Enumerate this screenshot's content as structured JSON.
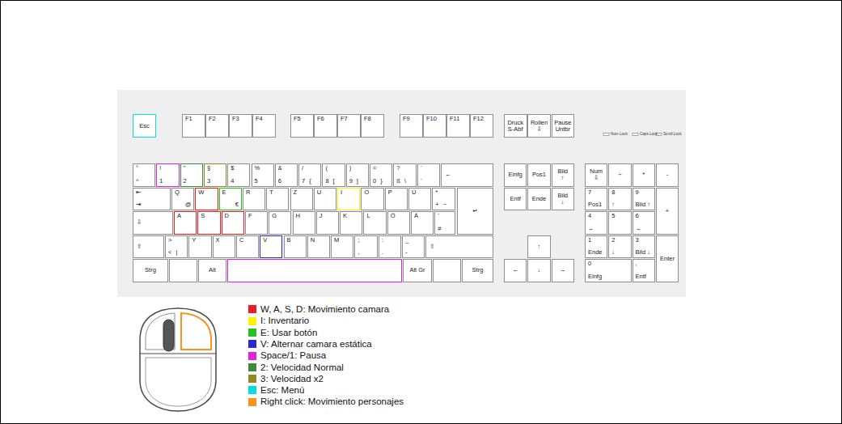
{
  "diagram": {
    "nodes": [
      {
        "text": [
          "Esc"
        ]
      },
      {
        "text": [
          "F1"
        ]
      },
      {
        "text": [
          "F2"
        ]
      },
      {
        "text": [
          "F3"
        ]
      },
      {
        "text": [
          "F4"
        ]
      },
      {
        "text": [
          "F5"
        ]
      },
      {
        "text": [
          "F6"
        ]
      },
      {
        "text": [
          "F7"
        ]
      },
      {
        "text": [
          "F8"
        ]
      },
      {
        "text": [
          "F9"
        ]
      },
      {
        "text": [
          "F10"
        ]
      },
      {
        "text": [
          "F11"
        ]
      },
      {
        "text": [
          "F12"
        ]
      },
      {
        "text": [
          "Druck S-Abf"
        ]
      },
      {
        "text": [
          "Rollen ⇩"
        ]
      },
      {
        "text": [
          "Pause Untbr"
        ]
      },
      {
        "text": [
          "°",
          "^"
        ]
      },
      {
        "text": [
          "!",
          "1"
        ]
      },
      {
        "text": [
          "\"",
          "2"
        ]
      },
      {
        "text": [
          "§",
          "3"
        ]
      },
      {
        "text": [
          "$",
          "4"
        ]
      },
      {
        "text": [
          "%",
          "5"
        ]
      },
      {
        "text": [
          "&",
          "6"
        ]
      },
      {
        "text": [
          "/",
          "7",
          "{"
        ]
      },
      {
        "text": [
          "(",
          "8",
          "["
        ]
      },
      {
        "text": [
          ")",
          "9",
          "]"
        ]
      },
      {
        "text": [
          "=",
          "0",
          "}"
        ]
      },
      {
        "text": [
          "?",
          "ß",
          "\\"
        ]
      },
      {
        "text": [
          "`",
          "´"
        ]
      },
      {
        "text": [
          "←"
        ]
      },
      {
        "text": [
          "Einfg"
        ]
      },
      {
        "text": [
          "Pos1"
        ]
      },
      {
        "text": [
          "Bild ↑"
        ]
      },
      {
        "text": [
          "Num ⇩"
        ]
      },
      {
        "text": [
          "÷"
        ]
      },
      {
        "text": [
          "*"
        ]
      },
      {
        "text": [
          "-"
        ]
      },
      {
        "text": [
          "⇤",
          "⇥"
        ]
      },
      {
        "text": [
          "Q",
          "@"
        ]
      },
      {
        "text": [
          "W"
        ]
      },
      {
        "text": [
          "E",
          "€"
        ]
      },
      {
        "text": [
          "R"
        ]
      },
      {
        "text": [
          "T"
        ]
      },
      {
        "text": [
          "Z"
        ]
      },
      {
        "text": [
          "U"
        ]
      },
      {
        "text": [
          "I"
        ]
      },
      {
        "text": [
          "O"
        ]
      },
      {
        "text": [
          "P"
        ]
      },
      {
        "text": [
          "Ü"
        ]
      },
      {
        "text": [
          "*",
          "+",
          "~"
        ]
      },
      {
        "text": [
          "↵"
        ]
      },
      {
        "text": [
          "Entf"
        ]
      },
      {
        "text": [
          "Ende"
        ]
      },
      {
        "text": [
          "Bild ↓"
        ]
      },
      {
        "text": [
          "7",
          "Pos1"
        ]
      },
      {
        "text": [
          "8",
          "↑"
        ]
      },
      {
        "text": [
          "9",
          "Bild ↑"
        ]
      },
      {
        "text": [
          "+"
        ]
      },
      {
        "text": [
          "⇩"
        ]
      },
      {
        "text": [
          "A"
        ]
      },
      {
        "text": [
          "S"
        ]
      },
      {
        "text": [
          "D"
        ]
      },
      {
        "text": [
          "F"
        ]
      },
      {
        "text": [
          "G"
        ]
      },
      {
        "text": [
          "H"
        ]
      },
      {
        "text": [
          "J"
        ]
      },
      {
        "text": [
          "K"
        ]
      },
      {
        "text": [
          "L"
        ]
      },
      {
        "text": [
          "Ö"
        ]
      },
      {
        "text": [
          "Ä"
        ]
      },
      {
        "text": [
          "'",
          "#"
        ]
      },
      {
        "text": [
          "4",
          "←"
        ]
      },
      {
        "text": [
          "5"
        ]
      },
      {
        "text": [
          "6",
          "→"
        ]
      },
      {
        "text": [
          "⇧"
        ]
      },
      {
        "text": [
          ">",
          "<",
          "|"
        ]
      },
      {
        "text": [
          "Y"
        ]
      },
      {
        "text": [
          "X"
        ]
      },
      {
        "text": [
          "C"
        ]
      },
      {
        "text": [
          "V"
        ]
      },
      {
        "text": [
          "B"
        ]
      },
      {
        "text": [
          "N"
        ]
      },
      {
        "text": [
          "M"
        ]
      },
      {
        "text": [
          ";",
          ","
        ]
      },
      {
        "text": [
          ":",
          "."
        ]
      },
      {
        "text": [
          "_",
          "-"
        ]
      },
      {
        "text": [
          "⇧"
        ]
      },
      {
        "text": [
          "↑"
        ]
      },
      {
        "text": [
          "1",
          "Ende"
        ]
      },
      {
        "text": [
          "2",
          "↓"
        ]
      },
      {
        "text": [
          "3",
          "Bild ↓"
        ]
      },
      {
        "text": [
          "Enter"
        ]
      },
      {
        "text": [
          "Strg"
        ]
      },
      {
        "text": [
          "Alt"
        ]
      },
      {
        "text": [
          "Alt Gr"
        ]
      },
      {
        "text": [
          "Strg"
        ]
      },
      {
        "text": [
          "←"
        ]
      },
      {
        "text": [
          "↓"
        ]
      },
      {
        "text": [
          "→"
        ]
      },
      {
        "text": [
          "0",
          "Einfg"
        ]
      },
      {
        "text": [
          ",",
          "Entf"
        ]
      }
    ],
    "labels": [
      "Num Lock",
      "Caps Lock",
      "Scroll Lock"
    ],
    "legend": [
      {
        "text": "W, A, S, D: Movimiento camara",
        "color": "#ed1c24"
      },
      {
        "text": "I: Inventario",
        "color": "#fff200"
      },
      {
        "text": "E: Usar botón",
        "color": "#22c322"
      },
      {
        "text": "V: Alternar camara estática",
        "color": "#2a2ad2"
      },
      {
        "text": "Space/1: Pausa",
        "color": "#e020e0"
      },
      {
        "text": "2: Velocidad Normal",
        "color": "#3c8c3c"
      },
      {
        "text": "3: Velocidad x2",
        "color": "#8c8a22"
      },
      {
        "text": "Esc: Menú",
        "color": "#00e0e0"
      },
      {
        "text": "Right click: Movimiento personajes",
        "color": "#f7941d"
      }
    ]
  }
}
